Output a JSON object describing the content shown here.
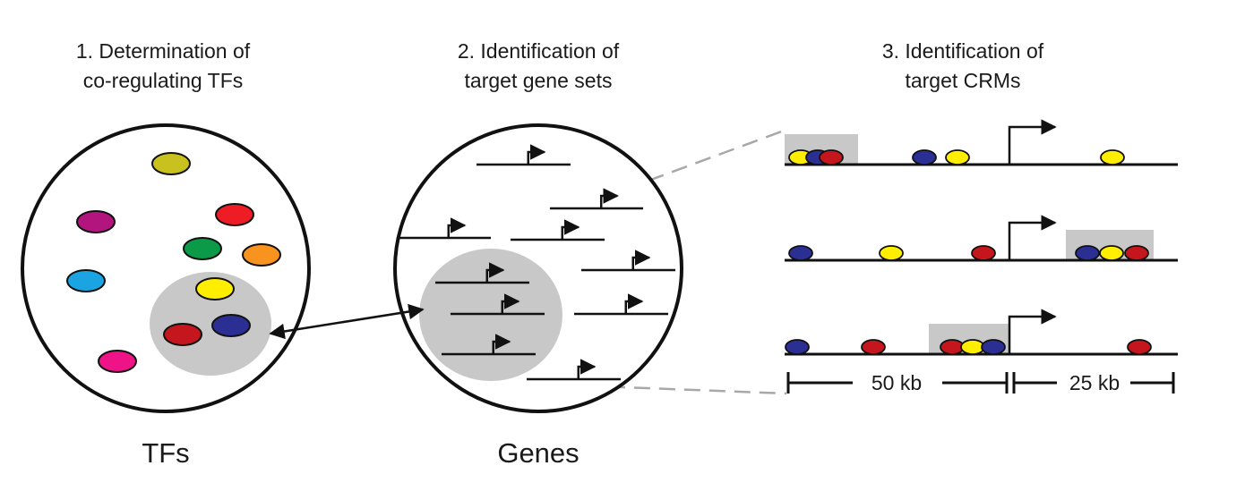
{
  "panels": [
    {
      "title_line1": "1. Determination of",
      "title_line2": "co-regulating TFs",
      "caption": "TFs"
    },
    {
      "title_line1": "2. Identification of",
      "title_line2": "target gene sets",
      "caption": "Genes"
    },
    {
      "title_line1": "3. Identification of",
      "title_line2": "target CRMs",
      "caption": ""
    }
  ],
  "scale": {
    "upstream": "50 kb",
    "downstream": "25 kb"
  },
  "colors": {
    "yellow": "#ffee00",
    "blue": "#2b2f93",
    "red": "#c4161c",
    "bright_red": "#ee1c24",
    "green": "#0a9a48",
    "orange": "#f7931e",
    "cyan": "#1aa5e2",
    "purple": "#b3157f",
    "pink": "#ee1387",
    "olive": "#c9c21e",
    "highlight_gray": "#c8c8c8",
    "line": "#111111"
  },
  "tf_set": [
    "olive",
    "purple",
    "bright_red",
    "green",
    "orange",
    "cyan",
    "yellow",
    "red",
    "blue",
    "pink"
  ],
  "crm_rows": [
    {
      "sites": [
        "yellow",
        "blue",
        "red",
        "blue",
        "yellow",
        "yellow"
      ],
      "highlighted_crm": "upstream-distal"
    },
    {
      "sites": [
        "blue",
        "yellow",
        "red",
        "blue",
        "yellow",
        "red"
      ],
      "highlighted_crm": "downstream"
    },
    {
      "sites": [
        "blue",
        "red",
        "red",
        "yellow",
        "blue",
        "red"
      ],
      "highlighted_crm": "upstream-proximal"
    }
  ]
}
